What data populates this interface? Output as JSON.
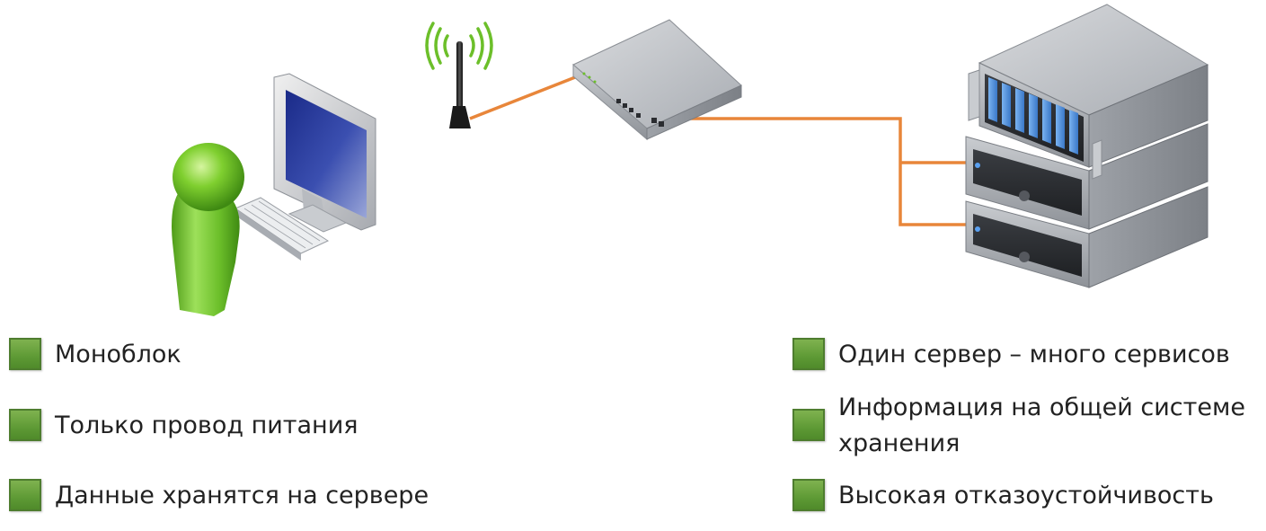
{
  "diagram": {
    "left_features": [
      {
        "label": "Моноблок"
      },
      {
        "label": "Только провод питания"
      },
      {
        "label": "Данные хранятся на сервере"
      }
    ],
    "right_features": [
      {
        "label_lines": [
          "Один сервер – много сервисов"
        ]
      },
      {
        "label_lines": [
          "Информация на общей системе",
          "хранения"
        ]
      },
      {
        "label_lines": [
          "Высокая отказоустойчивость"
        ]
      }
    ],
    "colors": {
      "cable": "#e8863a",
      "user_green": "#6fbf2a",
      "bullet_green": "#6aa33f",
      "server_gray": "#9aa0a6",
      "drive_blue": "#4f8fd8"
    },
    "icons": [
      "user-icon",
      "monitor-icon",
      "keyboard-icon",
      "wifi-antenna-icon",
      "network-switch-icon",
      "rack-server-icon"
    ]
  }
}
